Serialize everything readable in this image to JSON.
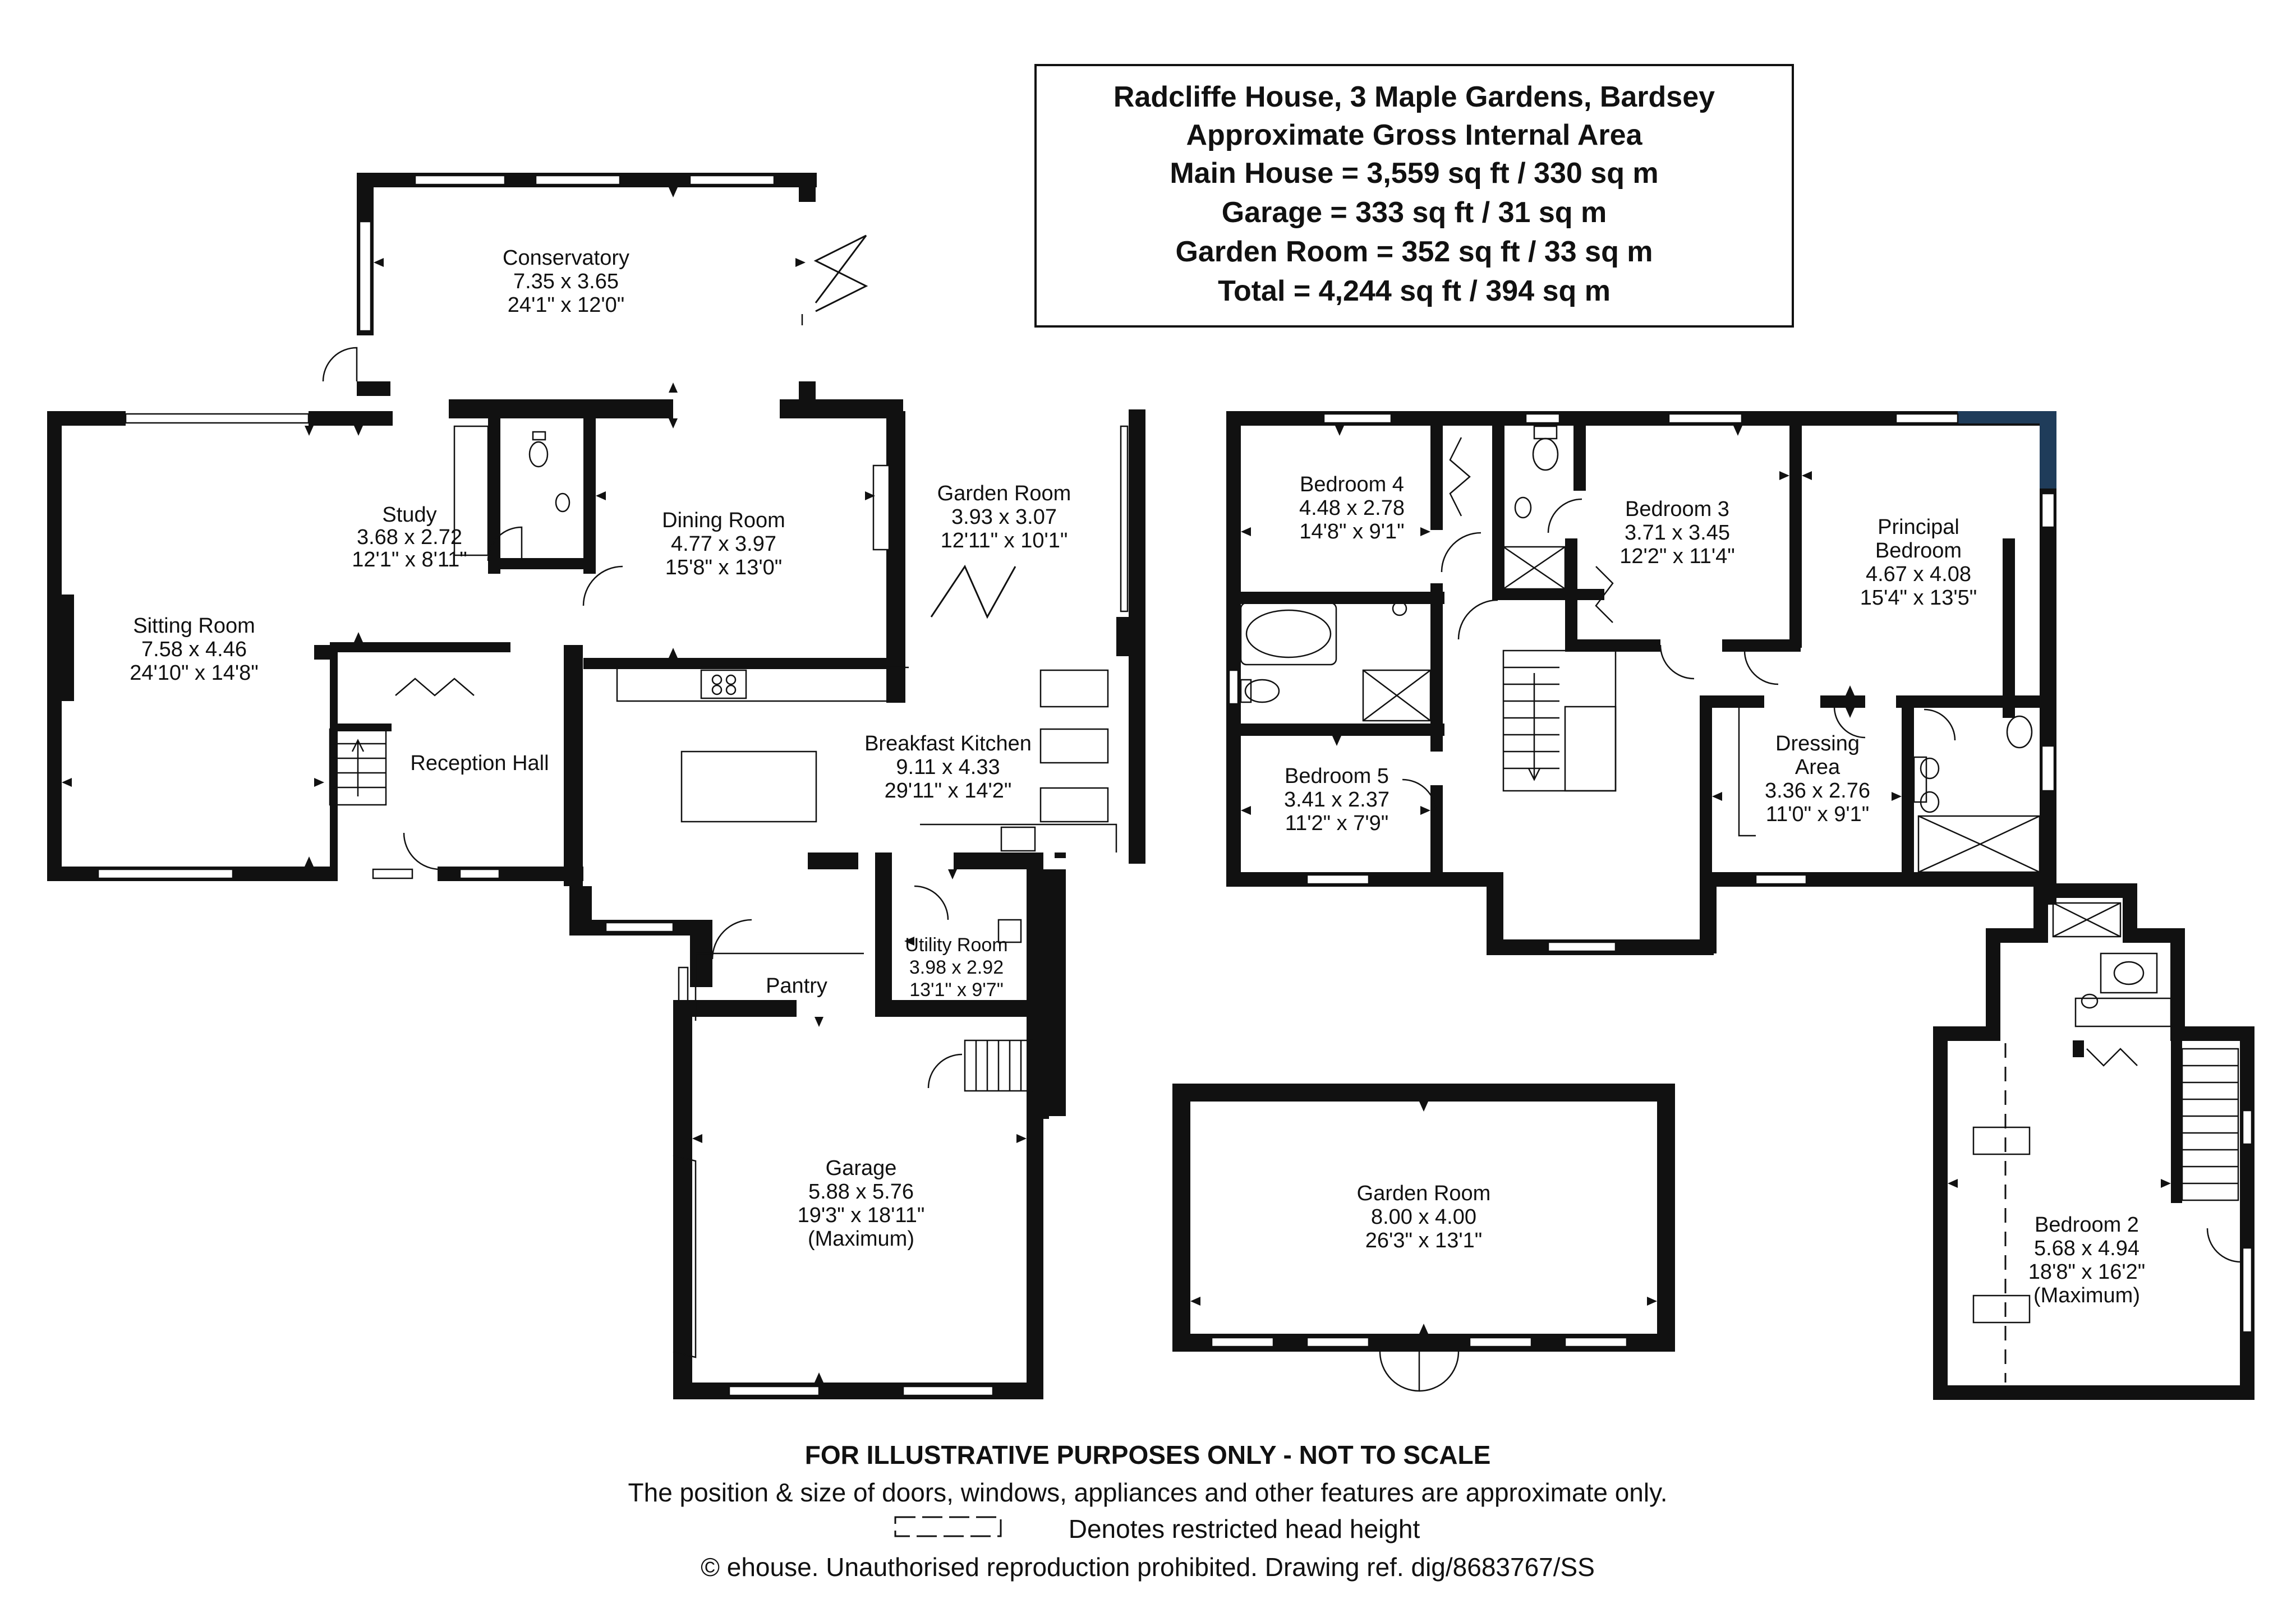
{
  "header": {
    "title": "Radcliffe House, 3 Maple Gardens, Bardsey",
    "subtitle": "Approximate Gross Internal Area",
    "areas": [
      "Main House = 3,559 sq ft / 330 sq m",
      "Garage = 333 sq ft / 31 sq m",
      "Garden Room = 352 sq ft / 33 sq m",
      "Total = 4,244 sq ft / 394 sq m"
    ]
  },
  "rooms": {
    "conservatory": {
      "name": "Conservatory",
      "metric": "7.35 x 3.65",
      "imperial": "24'1\" x 12'0\""
    },
    "study": {
      "name": "Study",
      "metric": "3.68 x 2.72",
      "imperial": "12'1\" x 8'11\""
    },
    "dining": {
      "name": "Dining Room",
      "metric": "4.77 x 3.97",
      "imperial": "15'8\" x 13'0\""
    },
    "garden_room_small": {
      "name": "Garden Room",
      "metric": "3.93 x 3.07",
      "imperial": "12'11\" x 10'1\""
    },
    "sitting": {
      "name": "Sitting Room",
      "metric": "7.58 x 4.46",
      "imperial": "24'10\" x 14'8\""
    },
    "reception": {
      "name": "Reception Hall"
    },
    "kitchen": {
      "name": "Breakfast Kitchen",
      "metric": "9.11 x 4.33",
      "imperial": "29'11\" x 14'2\""
    },
    "utility": {
      "name": "Utility Room",
      "metric": "3.98 x 2.92",
      "imperial": "13'1\" x 9'7\""
    },
    "pantry": {
      "name": "Pantry"
    },
    "garage": {
      "name": "Garage",
      "metric": "5.88 x 5.76",
      "imperial": "19'3\" x 18'11\"",
      "note": "(Maximum)"
    },
    "bedroom4": {
      "name": "Bedroom 4",
      "metric": "4.48 x 2.78",
      "imperial": "14'8\" x 9'1\""
    },
    "bedroom3": {
      "name": "Bedroom 3",
      "metric": "3.71 x 3.45",
      "imperial": "12'2\" x 11'4\""
    },
    "principal": {
      "name1": "Principal",
      "name2": "Bedroom",
      "metric": "4.67 x 4.08",
      "imperial": "15'4\" x 13'5\""
    },
    "bedroom5": {
      "name": "Bedroom 5",
      "metric": "3.41 x 2.37",
      "imperial": "11'2\" x 7'9\""
    },
    "dressing": {
      "name1": "Dressing",
      "name2": "Area",
      "metric": "3.36 x 2.76",
      "imperial": "11'0\" x 9'1\""
    },
    "garden_room_large": {
      "name": "Garden Room",
      "metric": "8.00 x 4.00",
      "imperial": "26'3\" x 13'1\""
    },
    "bedroom2": {
      "name": "Bedroom 2",
      "metric": "5.68 x 4.94",
      "imperial": "18'8\" x 16'2\"",
      "note": "(Maximum)"
    }
  },
  "footer": {
    "disclaimer": "FOR ILLUSTRATIVE PURPOSES ONLY - NOT TO SCALE",
    "note": "The position & size of doors, windows, appliances and other features are approximate only.",
    "legend": "Denotes restricted head height",
    "copyright": "© ehouse. Unauthorised reproduction prohibited. Drawing ref. dig/8683767/SS"
  },
  "colors": {
    "wall": "#111111",
    "accent": "#1f3c5a"
  }
}
